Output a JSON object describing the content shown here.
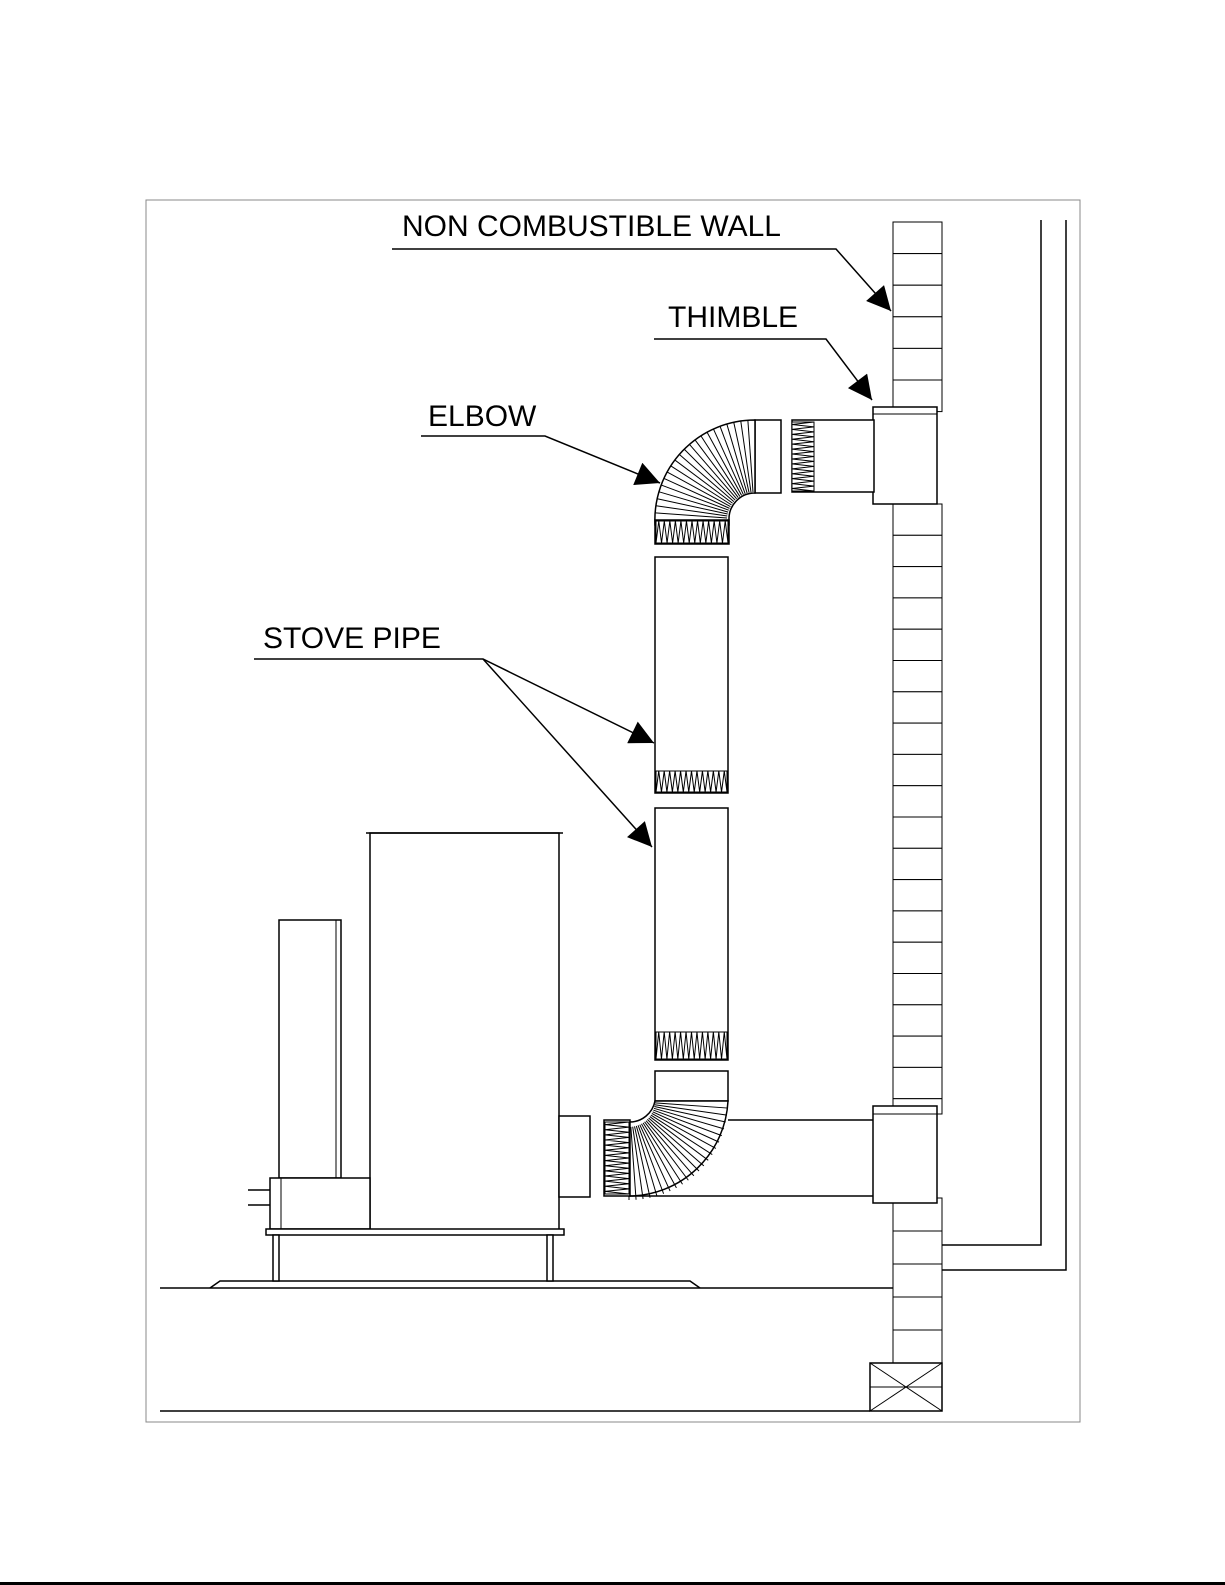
{
  "labels": {
    "wall": "NON COMBUSTIBLE WALL",
    "thimble": "THIMBLE",
    "elbow": "ELBOW",
    "stove_pipe": "STOVE PIPE"
  }
}
